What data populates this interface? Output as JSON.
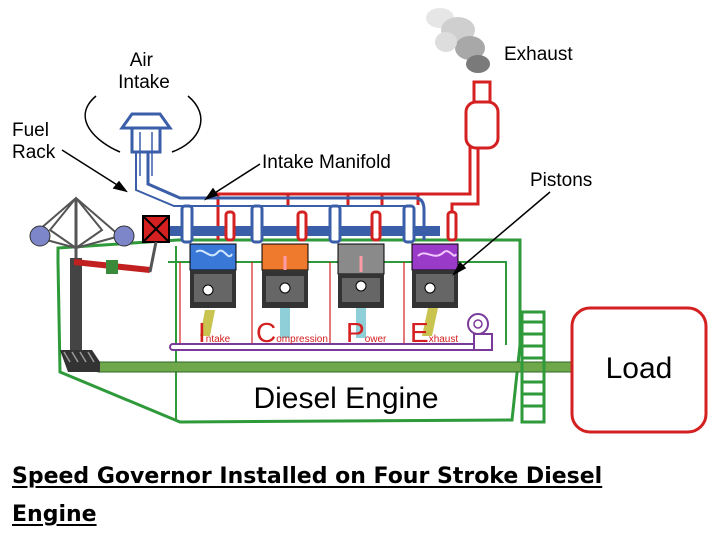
{
  "labels": {
    "air_intake": [
      "Air",
      "Intake"
    ],
    "fuel_rack": [
      "Fuel",
      "Rack"
    ],
    "intake_manifold": "Intake Manifold",
    "exhaust": "Exhaust",
    "pistons": "Pistons",
    "load": "Load",
    "engine": "Diesel Engine"
  },
  "strokes": [
    {
      "initial": "I",
      "rest": "ntake"
    },
    {
      "initial": "C",
      "rest": "ompression"
    },
    {
      "initial": "P",
      "rest": "ower"
    },
    {
      "initial": "E",
      "rest": "xhaust"
    }
  ],
  "caption": {
    "line1": "Speed Governor Installed on Four Stroke Diesel",
    "line2": "Engine"
  },
  "colors": {
    "engine_outline": "#2e9a3a",
    "red_line": "#d42020",
    "blue_line": "#3a5ea8",
    "cylinder_fill": [
      "#3a78d8",
      "#ef7a2e",
      "#8a8a8a",
      "#9a3ac8"
    ],
    "rod": "#c9c450",
    "shaft": "#6fa84a",
    "stroke_text": "#d42020"
  }
}
